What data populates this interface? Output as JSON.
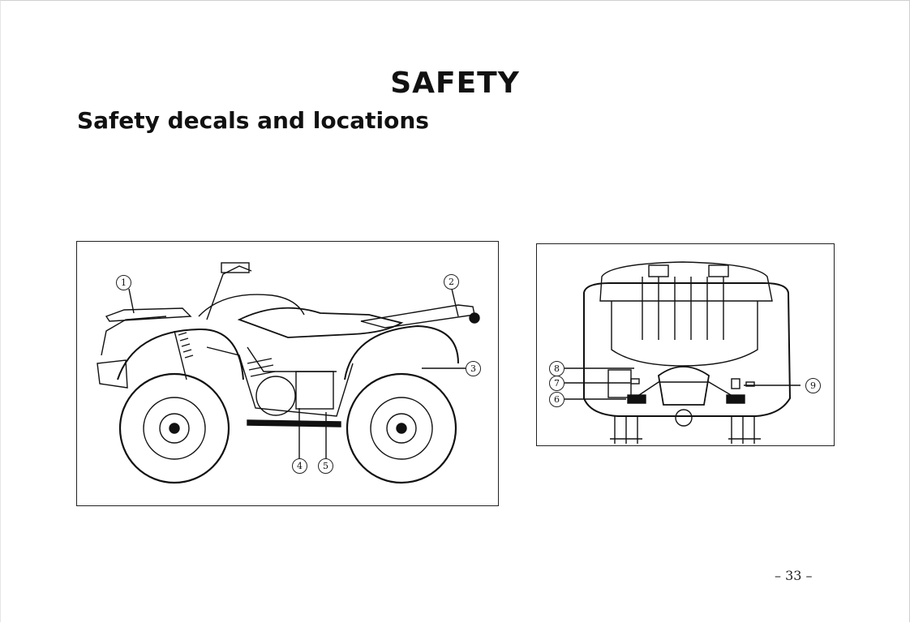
{
  "page": {
    "title": "SAFETY",
    "subtitle": "Safety decals and locations",
    "page_number": "– 33 –"
  },
  "figures": {
    "side_view": {
      "callouts": [
        "1",
        "2",
        "3",
        "4",
        "5"
      ]
    },
    "top_view": {
      "callouts": [
        "8",
        "7",
        "6",
        "9"
      ]
    }
  }
}
